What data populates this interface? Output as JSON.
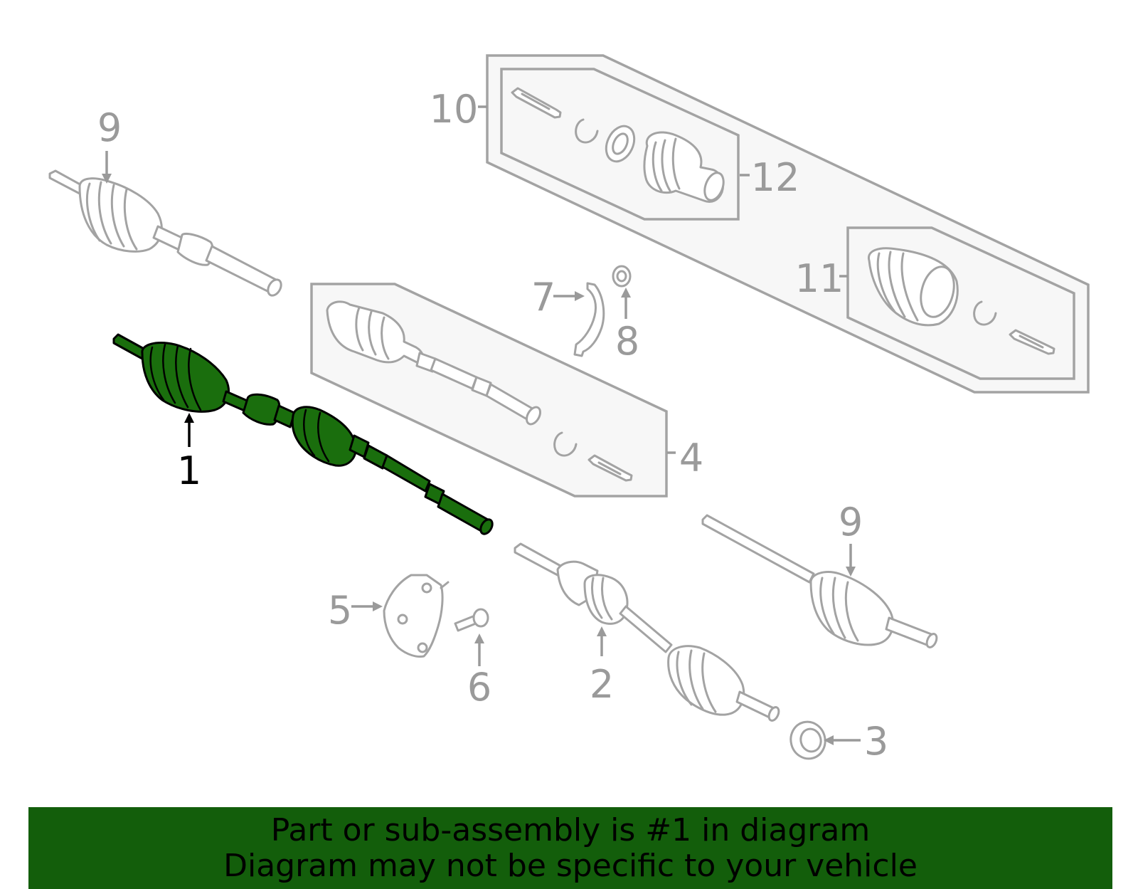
{
  "callouts": {
    "c1": "1",
    "c2": "2",
    "c3": "3",
    "c4": "4",
    "c5": "5",
    "c6": "6",
    "c7": "7",
    "c8": "8",
    "c9a": "9",
    "c9b": "9",
    "c10": "10",
    "c11": "11",
    "c12": "12"
  },
  "banner": {
    "line1": "Part or sub-assembly is #1 in diagram",
    "line2": "Diagram may not be specific to your vehicle"
  },
  "colors": {
    "highlight": "#1a6e0d",
    "banner": "#135e0b",
    "part_stroke": "#a3a3a3",
    "callout": "#9a9a9a"
  }
}
